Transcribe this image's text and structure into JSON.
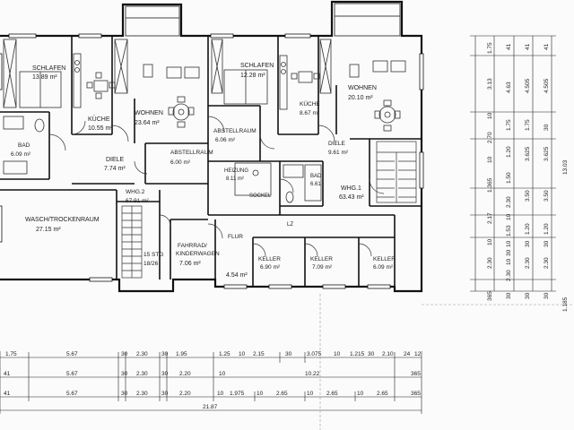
{
  "rooms": {
    "schlafen_left": {
      "name": "SCHLAFEN",
      "area": "13.89 m²"
    },
    "kueche_left": {
      "name": "KÜCHE",
      "area": "10.55 m²"
    },
    "wohnen_left": {
      "name": "WOHNEN",
      "area": "23.64 m²"
    },
    "bad_left": {
      "name": "BAD",
      "area": "6.09 m²"
    },
    "diele_left": {
      "name": "DIELE",
      "area": "7.74 m²"
    },
    "abstell_left": {
      "name": "ABSTELLRAUM",
      "area": "6.00 m²"
    },
    "schlafen_right": {
      "name": "SCHLAFEN",
      "area": "12.28 m²"
    },
    "abstell_mid": {
      "name": "ABSTELLRAUM",
      "area": "6.06 m²"
    },
    "kueche_right": {
      "name": "KÜCHE",
      "area": "8.67 m²"
    },
    "wohnen_right": {
      "name": "WOHNEN",
      "area": "20.10 m²"
    },
    "diele_right": {
      "name": "DIELE",
      "area": "9.61 m²"
    },
    "heizung": {
      "name": "HEIZUNG",
      "area": "8.11 m²"
    },
    "sockel": {
      "name": "SOCKEL"
    },
    "bad_right": {
      "name": "BAD",
      "area": "6.61"
    },
    "whg1": {
      "name": "WHG.1",
      "area": "63.43 m²"
    },
    "whg2": {
      "name": "WHG.2",
      "area": "67.91 m²"
    },
    "wasch": {
      "name": "WASCH/TROCKENRAUM",
      "area": "27.15 m²"
    },
    "stair": {
      "name": "15 STG",
      "sub": "18/26"
    },
    "fahrrad": {
      "name": "FAHRRAD/",
      "name2": "KINDERWAGEN",
      "area": "7.06 m²"
    },
    "flur": {
      "name": "FLUR",
      "area": "4.54 m²"
    },
    "keller1": {
      "name": "KELLER",
      "area": "6.90 m²"
    },
    "keller2": {
      "name": "KELLER",
      "area": "7.09 m²"
    },
    "keller3": {
      "name": "KELLER",
      "area": "6.09 m²"
    },
    "lz": "LZ"
  },
  "dimensions": {
    "bottom_row1": [
      "1.75",
      "5.67",
      "30",
      "2.30",
      "30",
      "1.95",
      "1.25",
      "10",
      "2.15",
      "30",
      "3.075",
      "10",
      "1.215",
      "30",
      "2.10",
      "24",
      "12"
    ],
    "bottom_row2": [
      "41",
      "5.67",
      "30",
      "2.30",
      "30",
      "2.20",
      "10",
      "10.22",
      "365"
    ],
    "bottom_row3": [
      "41",
      "5.67",
      "30",
      "2.30",
      "30",
      "2.20",
      "10",
      "1.975",
      "10",
      "2.65",
      "10",
      "2.65",
      "10",
      "2.65",
      "365"
    ],
    "bottom_total": "21.87",
    "right_col1": [
      "1.75",
      "3.13",
      "10",
      "2.70",
      "10",
      "1.365",
      "2.17",
      "10",
      "2.30",
      "365"
    ],
    "right_col2": [
      "41",
      "4.63",
      "1.75",
      "1.20",
      "1.50",
      "2.30",
      "10",
      "1.53",
      "10",
      "30",
      "10",
      "2.30",
      "30"
    ],
    "right_col3": [
      "41",
      "4.505",
      "1.75",
      "3.625",
      "3.50",
      "1.20",
      "30",
      "2.30",
      "30"
    ],
    "right_col4": [
      "41",
      "4.505",
      "30",
      "3.625",
      "3.50",
      "1.20",
      "30",
      "2.30",
      "30"
    ],
    "right_total": "13.03",
    "right_end": "1.185"
  }
}
